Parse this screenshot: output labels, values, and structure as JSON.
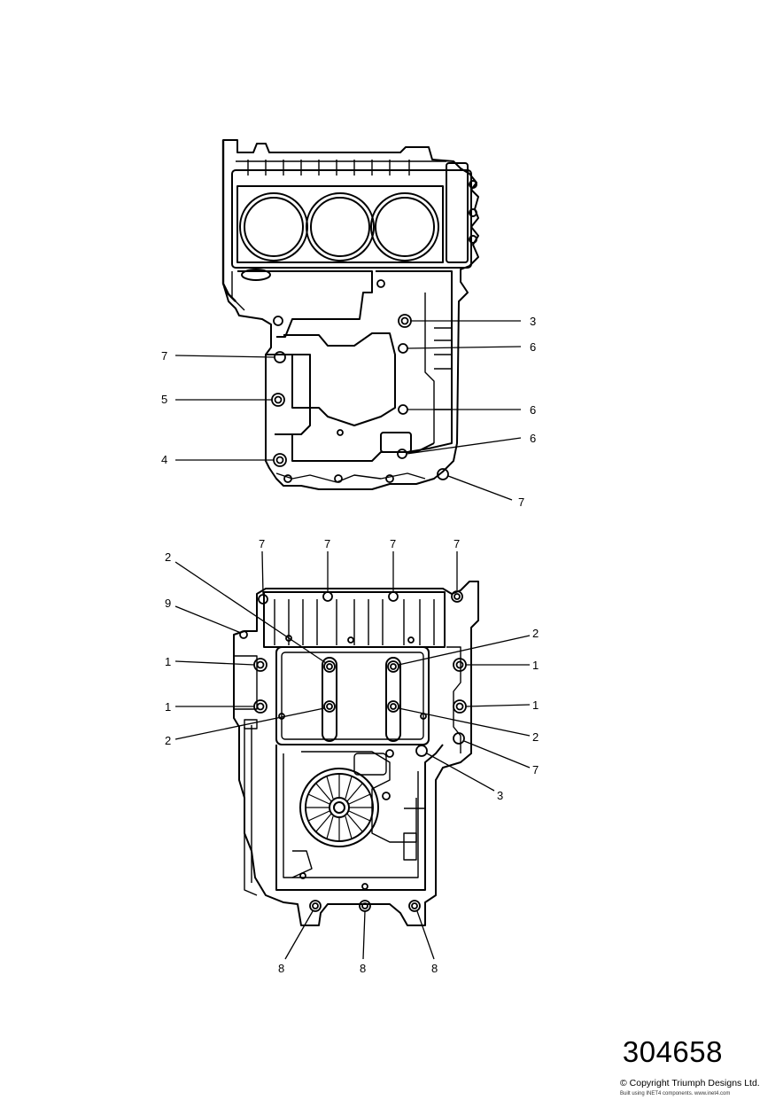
{
  "diagram": {
    "top_callouts": [
      "3",
      "6",
      "6",
      "6",
      "7",
      "7",
      "5",
      "4"
    ],
    "bottom_callouts": [
      "7",
      "7",
      "7",
      "7",
      "2",
      "9",
      "1",
      "1",
      "2",
      "2",
      "1",
      "1",
      "2",
      "7",
      "3",
      "8",
      "8",
      "8"
    ]
  },
  "footer": {
    "part_number": "304658",
    "copyright": "© Copyright Triumph Designs Ltd.",
    "credit": "Built using INET4 components. www.inet4.com"
  }
}
